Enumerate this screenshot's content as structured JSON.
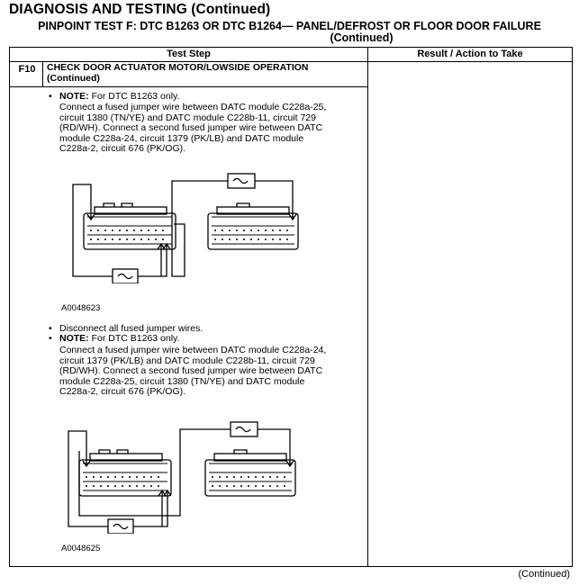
{
  "page": {
    "title": "DIAGNOSIS AND TESTING (Continued)",
    "subtitle_line1": "PINPOINT TEST  F: DTC B1263 OR DTC B1264— PANEL/DEFROST OR FLOOR DOOR FAILURE",
    "subtitle_line2": "(Continued)",
    "footer": "(Continued)"
  },
  "table": {
    "col_test_step": "Test Step",
    "col_result": "Result / Action to Take",
    "step_number": "F10",
    "step_title_line1": "CHECK DOOR ACTUATOR MOTOR/LOWSIDE OPERATION",
    "step_title_line2": "(Continued)"
  },
  "section1": {
    "note_label": "NOTE:",
    "note_text": "For DTC B1263 only.",
    "lines": [
      "Connect a fused jumper wire between DATC module C228a-25,",
      "circuit 1380 (TN/YE) and DATC module C228b-11, circuit 729",
      "(RD/WH). Connect a second fused jumper wire between DATC",
      "module C228a-24, circuit 1379 (PK/LB) and DATC module",
      "C228a-2, circuit  676 (PK/OG)."
    ],
    "figure_id": "A0048623"
  },
  "section2": {
    "bullet1": "Disconnect all fused jumper wires.",
    "note_label": "NOTE:",
    "note_text": "For DTC B1263 only.",
    "lines": [
      "Connect a fused jumper wire between DATC module C228a-24,",
      "circuit 1379 (PK/LB) and DATC module C228b-11, circuit 729",
      "(RD/WH). Connect a second fused jumper wire between DATC",
      "module C228a-25, circuit 1380 (TN/YE) and DATC module",
      "C228a-2, circuit  676 (PK/OG)."
    ],
    "figure_id": "A0048625"
  }
}
